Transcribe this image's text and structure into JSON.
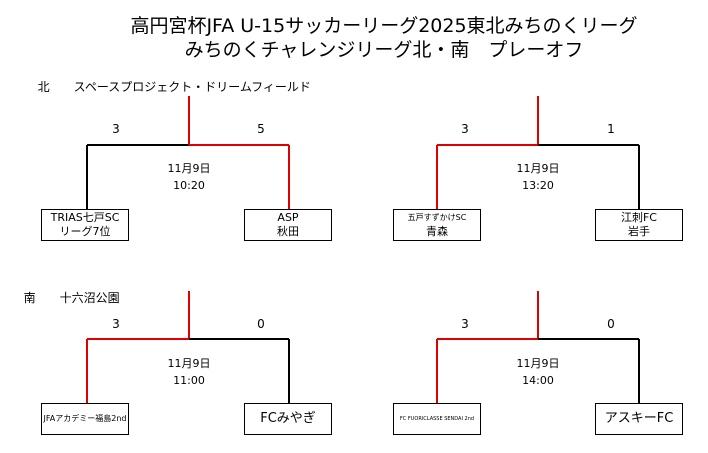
{
  "title_line1": "高円宮杯JFA U-15サッカーリーグ2025東北みちのくリーグ",
  "title_line2": "みちのくチャレンジリーグ北・南　プレーオフ",
  "colors": {
    "winner_line": "#e00000",
    "line": "#000000"
  },
  "venues": [
    {
      "region": "北",
      "name": "スペースプロジェクト・ドリームフィールド"
    },
    {
      "region": "南",
      "name": "十六沼公園"
    }
  ],
  "matches": [
    {
      "date": "11月9日",
      "time": "10:20",
      "home_score": "3",
      "away_score": "5",
      "home_team": [
        "TRIAS七戸SC",
        "リーグ7位"
      ],
      "away_team": [
        "ASP",
        "秋田"
      ],
      "winner": "away"
    },
    {
      "date": "11月9日",
      "time": "13:20",
      "home_score": "3",
      "away_score": "1",
      "home_team": [
        "五戸すずかけSC",
        "青森"
      ],
      "away_team": [
        "江刺FC",
        "岩手"
      ],
      "winner": "home"
    },
    {
      "date": "11月9日",
      "time": "11:00",
      "home_score": "3",
      "away_score": "0",
      "home_team": [
        "JFAアカデミー福島2nd"
      ],
      "away_team": [
        "FCみやぎ"
      ],
      "winner": "home"
    },
    {
      "date": "11月9日",
      "time": "14:00",
      "home_score": "3",
      "away_score": "0",
      "home_team": [
        "FC FUORICLASSE SENDAI 2nd"
      ],
      "away_team": [
        "アスキーFC"
      ],
      "winner": "home"
    }
  ]
}
